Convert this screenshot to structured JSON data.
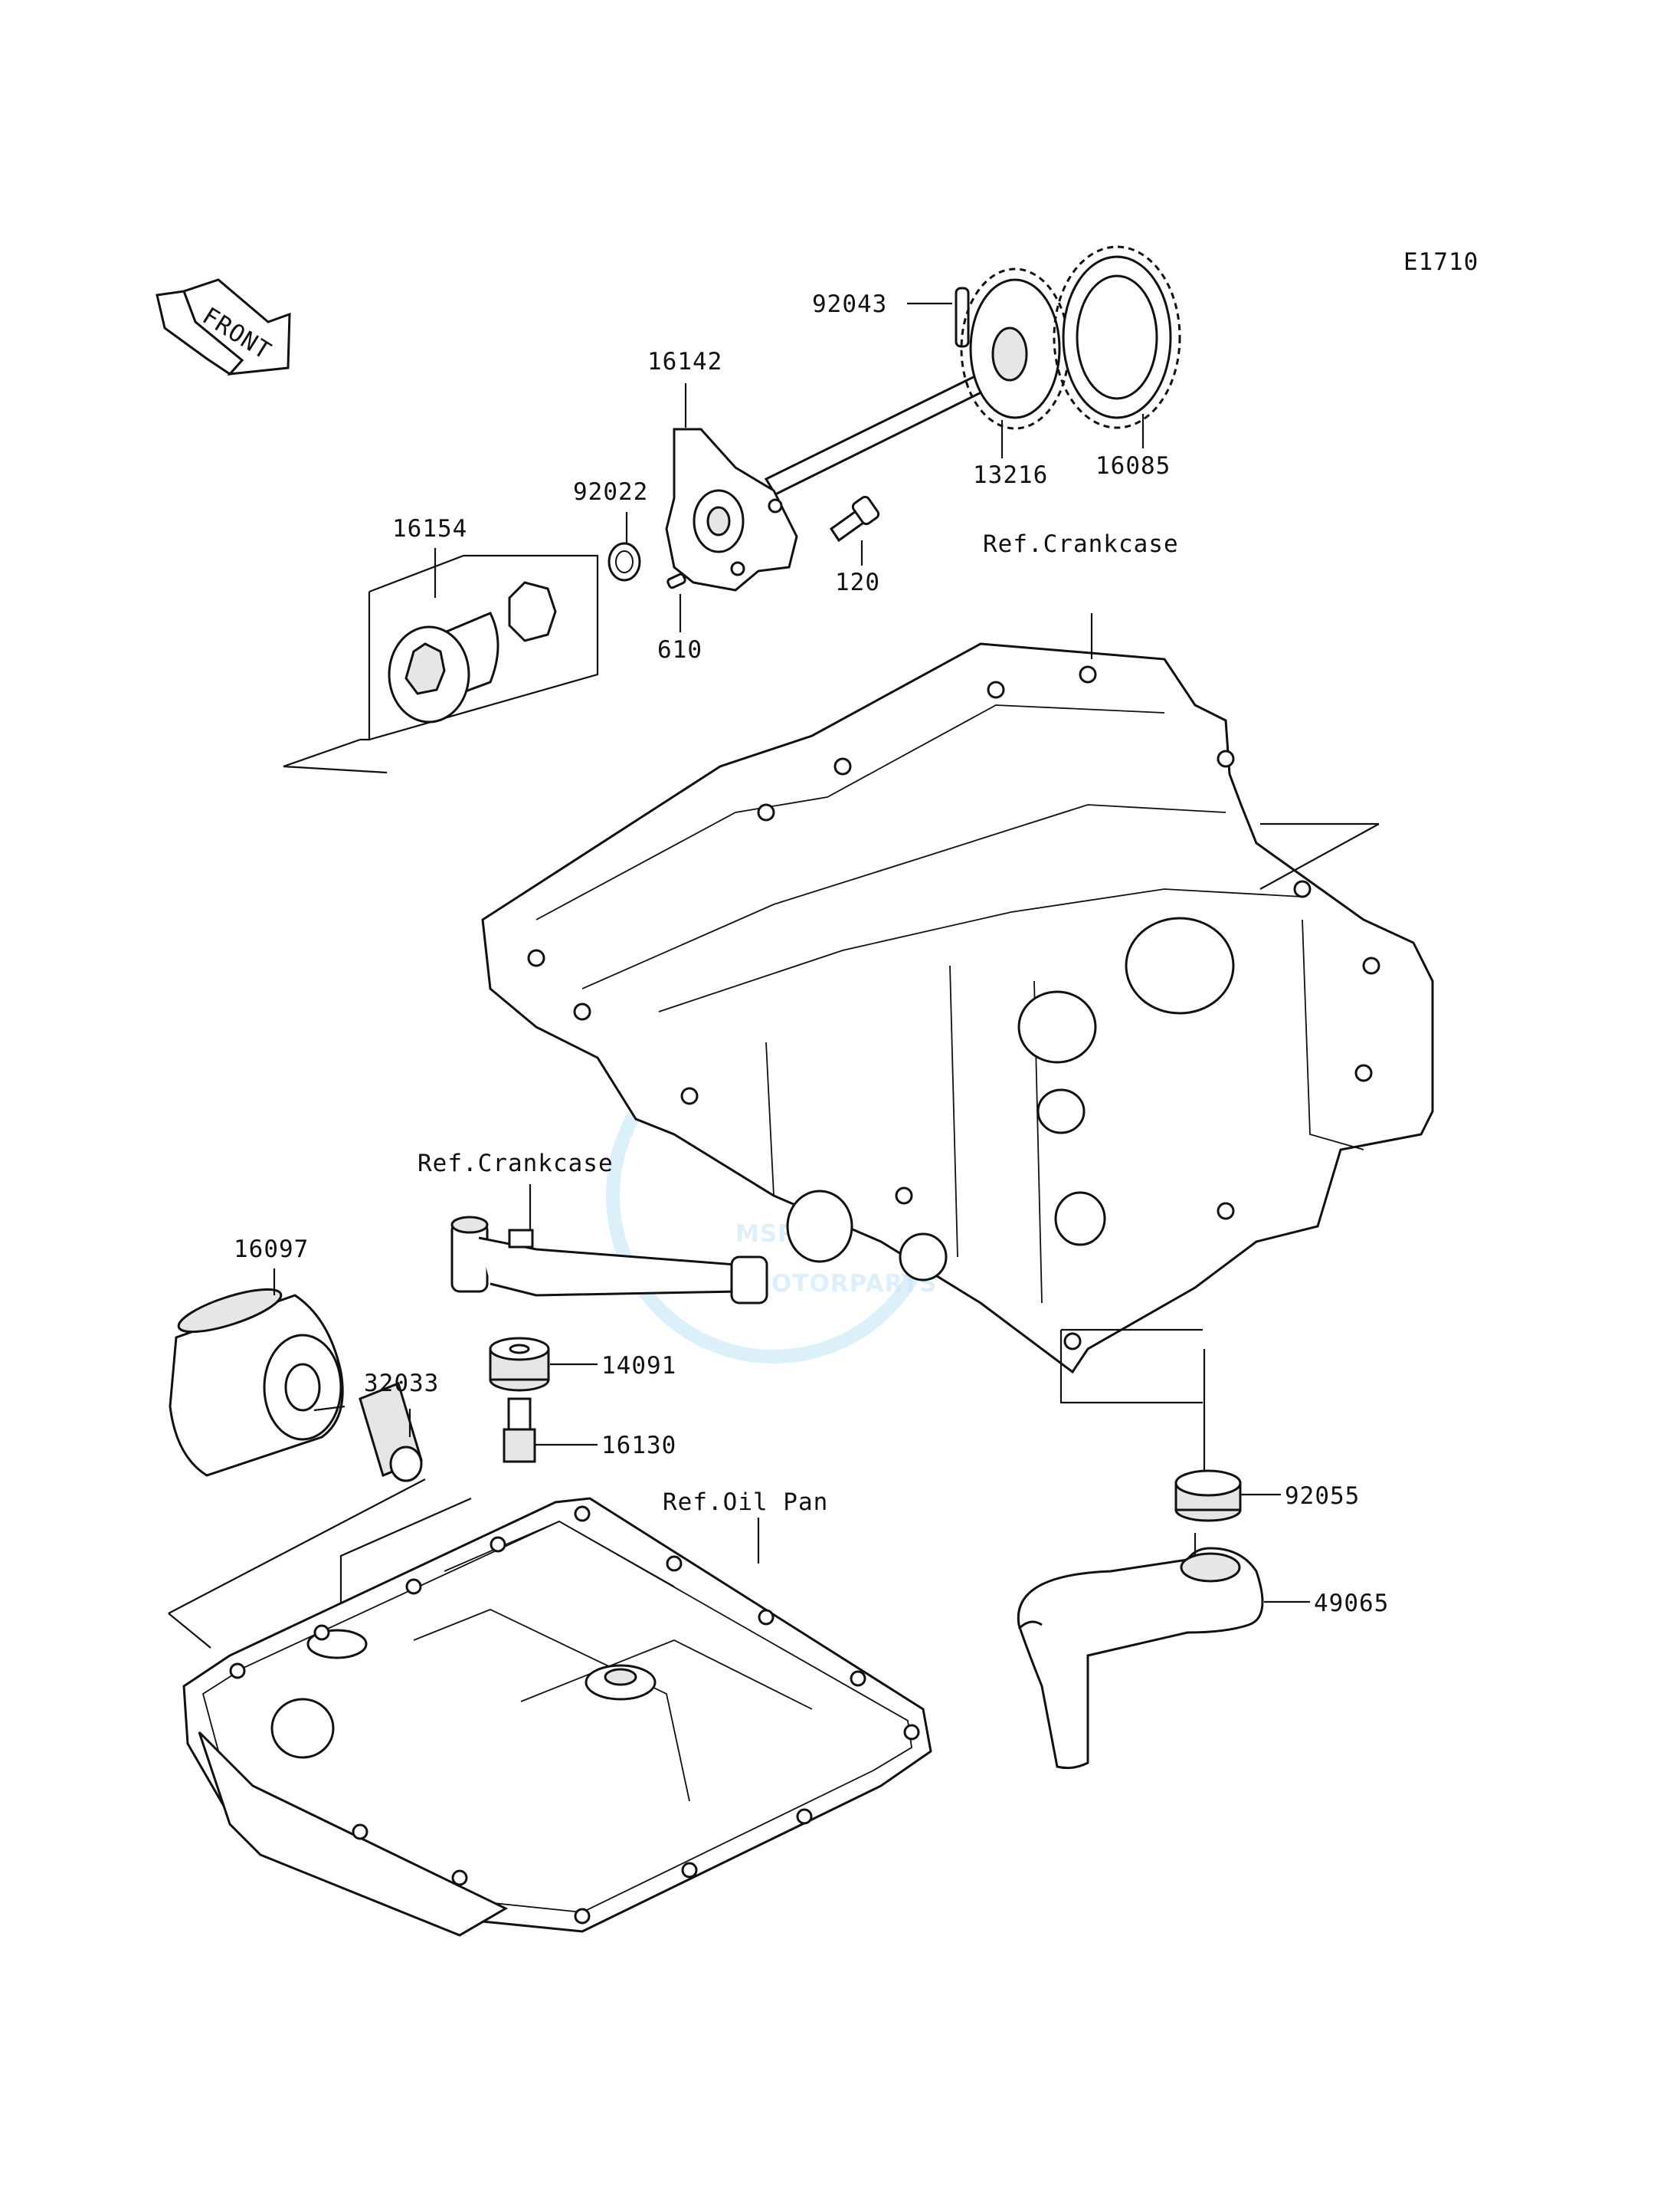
{
  "diagram_code": "E1710",
  "front_label": "FRONT",
  "refs": {
    "crankcase_top": "Ref.Crankcase",
    "crankcase_mid": "Ref.Crankcase",
    "oil_pan": "Ref.Oil Pan"
  },
  "parts": {
    "p92043": "92043",
    "p16142": "16142",
    "p13216": "13216",
    "p16085": "16085",
    "p92022": "92022",
    "p16154": "16154",
    "p120": "120",
    "p610": "610",
    "p16097": "16097",
    "p32033": "32033",
    "p14091": "14091",
    "p16130": "16130",
    "p92055": "92055",
    "p49065": "49065"
  },
  "watermark": {
    "line1": "MSP",
    "line2": "MOTORPARTS"
  }
}
